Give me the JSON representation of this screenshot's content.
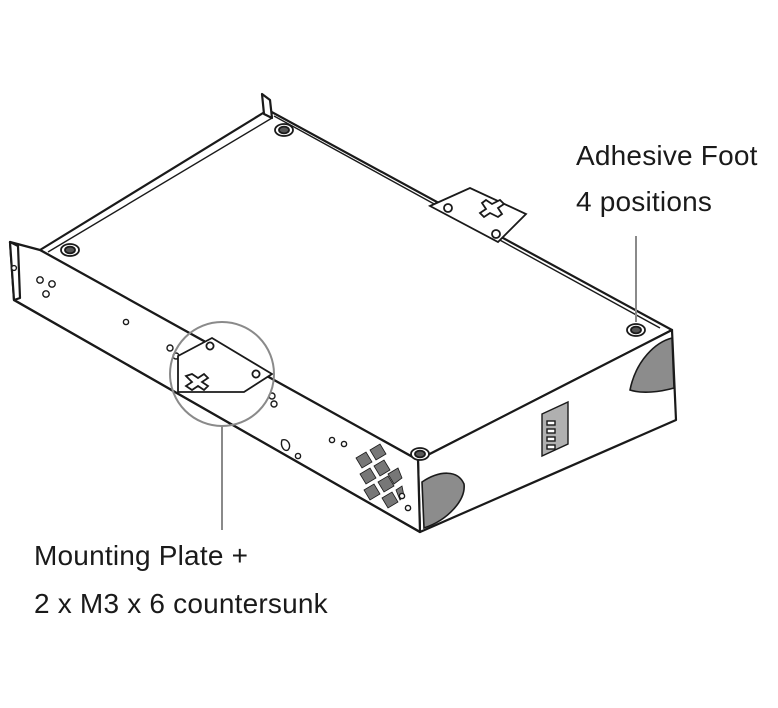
{
  "callouts": {
    "adhesive_foot": {
      "line1": "Adhesive Foot",
      "line2": "4 positions"
    },
    "mounting_plate": {
      "line1": "Mounting Plate +",
      "line2": "2 x M3 x 6 countersunk"
    }
  },
  "colors": {
    "line": "#1a1a1a",
    "callout_line": "#8a8a8a",
    "end_cap": "#8c8c8c",
    "panel_fill": "#ffffff"
  }
}
